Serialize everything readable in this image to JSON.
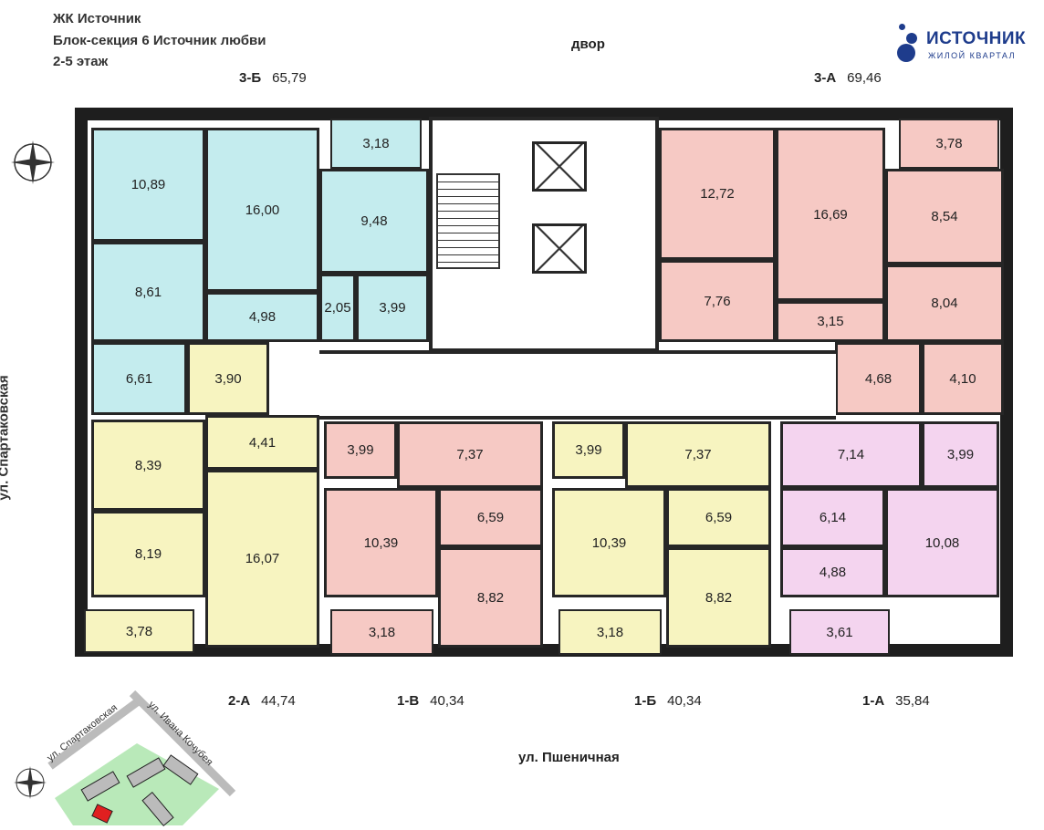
{
  "header": {
    "project": "ЖК Источник",
    "section": "Блок-секция 6 Источник любви",
    "floors": "2-5 этаж"
  },
  "logo": {
    "name": "ИСТОЧНИК",
    "subtitle": "ЖИЛОЙ КВАРТАЛ",
    "color": "#1e3c8c"
  },
  "orientation": {
    "top": "двор",
    "bottom": "ул. Пшеничная",
    "left": "ул. Спартаковская"
  },
  "minimap": {
    "street1": "ул. Спартаковская",
    "street2": "ул. Ивана Кочубея",
    "highlight_color": "#e02020"
  },
  "colors": {
    "cyan": "#c4ecee",
    "pink": "#f6c9c4",
    "yellow": "#f7f4c0",
    "magenta": "#f4d4ef"
  },
  "apartments": [
    {
      "code": "3-Б",
      "area": "65,79",
      "color": "#c4ecee",
      "rooms": [
        "10,89",
        "16,00",
        "3,18",
        "9,48",
        "8,61",
        "4,98",
        "2,05",
        "3,99",
        "6,61"
      ]
    },
    {
      "code": "3-А",
      "area": "69,46",
      "color": "#f6c9c4",
      "rooms": [
        "12,72",
        "16,69",
        "3,78",
        "8,54",
        "7,76",
        "3,15",
        "8,04",
        "4,68",
        "4,10"
      ]
    },
    {
      "code": "2-А",
      "area": "44,74",
      "color": "#f7f4c0",
      "rooms": [
        "3,90",
        "4,41",
        "8,39",
        "16,07",
        "8,19",
        "3,78"
      ]
    },
    {
      "code": "1-В",
      "area": "40,34",
      "color": "#f6c9c4",
      "rooms": [
        "3,99",
        "7,37",
        "10,39",
        "6,59",
        "8,82",
        "3,18"
      ]
    },
    {
      "code": "1-Б",
      "area": "40,34",
      "color": "#f7f4c0",
      "rooms": [
        "3,99",
        "7,37",
        "10,39",
        "6,59",
        "8,82",
        "3,18"
      ]
    },
    {
      "code": "1-А",
      "area": "35,84",
      "color": "#f4d4ef",
      "rooms": [
        "7,14",
        "3,99",
        "6,14",
        "10,08",
        "4,88",
        "3,61"
      ]
    }
  ]
}
